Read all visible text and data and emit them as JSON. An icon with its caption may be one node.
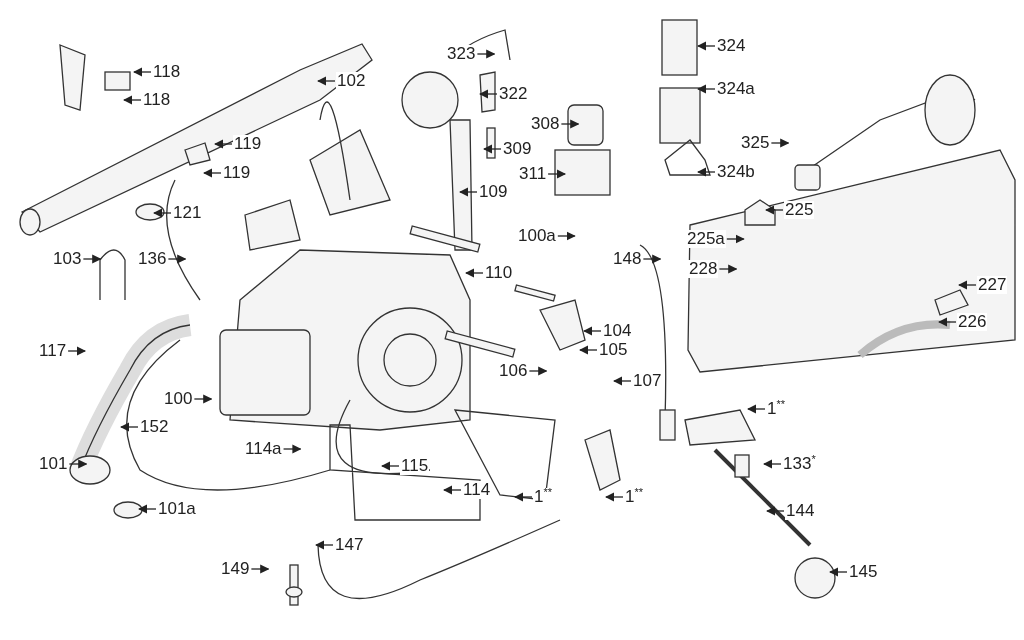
{
  "diagram": {
    "nodes": [
      {
        "text": [
          "118"
        ]
      },
      {
        "text": [
          "118"
        ]
      },
      {
        "text": [
          "102"
        ]
      },
      {
        "text": [
          "323"
        ]
      },
      {
        "text": [
          "324"
        ]
      },
      {
        "text": [
          "322"
        ]
      },
      {
        "text": [
          "324a"
        ]
      },
      {
        "text": [
          "308"
        ]
      },
      {
        "text": [
          "119"
        ]
      },
      {
        "text": [
          "119"
        ]
      },
      {
        "text": [
          "309"
        ]
      },
      {
        "text": [
          "311"
        ]
      },
      {
        "text": [
          "324b"
        ]
      },
      {
        "text": [
          "325"
        ]
      },
      {
        "text": [
          "109"
        ]
      },
      {
        "text": [
          "121"
        ]
      },
      {
        "text": [
          "225"
        ]
      },
      {
        "text": [
          "225a"
        ]
      },
      {
        "text": [
          "100a"
        ]
      },
      {
        "text": [
          "148"
        ]
      },
      {
        "text": [
          "103"
        ]
      },
      {
        "text": [
          "136"
        ]
      },
      {
        "text": [
          "110"
        ]
      },
      {
        "text": [
          "228"
        ]
      },
      {
        "text": [
          "227"
        ]
      },
      {
        "text": [
          "117"
        ]
      },
      {
        "text": [
          "104"
        ]
      },
      {
        "text": [
          "226"
        ]
      },
      {
        "text": [
          "105"
        ]
      },
      {
        "text": [
          "106"
        ]
      },
      {
        "text": [
          "107"
        ]
      },
      {
        "text": [
          "100"
        ]
      },
      {
        "text": [
          "1$^{**}$"
        ]
      },
      {
        "text": [
          "152"
        ]
      },
      {
        "text": [
          "114a"
        ]
      },
      {
        "text": [
          "133$^{*}$"
        ]
      },
      {
        "text": [
          "101"
        ]
      },
      {
        "text": [
          "115"
        ]
      },
      {
        "text": [
          "114"
        ]
      },
      {
        "text": [
          "1$^{**}$"
        ]
      },
      {
        "text": [
          "1$^{**}$"
        ]
      },
      {
        "text": [
          "101a"
        ]
      },
      {
        "text": [
          "144"
        ]
      },
      {
        "text": [
          "147"
        ]
      },
      {
        "text": [
          "149"
        ]
      },
      {
        "text": [
          "145"
        ]
      }
    ],
    "edges": [
      {
        "from": 0,
        "to": null,
        "arrow": "to"
      },
      {
        "from": 1,
        "to": null,
        "arrow": "to"
      },
      {
        "from": 2,
        "to": null,
        "arrow": "to"
      },
      {
        "from": 3,
        "to": null,
        "arrow": "to"
      },
      {
        "from": 4,
        "to": null,
        "arrow": "to"
      },
      {
        "from": 5,
        "to": null,
        "arrow": "to"
      },
      {
        "from": 6,
        "to": null,
        "arrow": "to"
      },
      {
        "from": 7,
        "to": null,
        "arrow": "to"
      },
      {
        "from": 8,
        "to": null,
        "arrow": "to"
      },
      {
        "from": 9,
        "to": null,
        "arrow": "to"
      },
      {
        "from": 10,
        "to": null,
        "arrow": "to"
      },
      {
        "from": 11,
        "to": null,
        "arrow": "to"
      },
      {
        "from": 12,
        "to": null,
        "arrow": "to"
      },
      {
        "from": 13,
        "to": null,
        "arrow": "to"
      },
      {
        "from": 14,
        "to": null,
        "arrow": "to"
      },
      {
        "from": 15,
        "to": null,
        "arrow": "to"
      },
      {
        "from": 16,
        "to": null,
        "arrow": "to"
      },
      {
        "from": 17,
        "to": null,
        "arrow": "to"
      },
      {
        "from": 18,
        "to": null,
        "arrow": "to"
      },
      {
        "from": 19,
        "to": null,
        "arrow": "to"
      },
      {
        "from": 20,
        "to": null,
        "arrow": "to"
      },
      {
        "from": 21,
        "to": null,
        "arrow": "to"
      },
      {
        "from": 22,
        "to": null,
        "arrow": "to"
      },
      {
        "from": 23,
        "to": null,
        "arrow": "to"
      },
      {
        "from": 24,
        "to": null,
        "arrow": "to"
      },
      {
        "from": 25,
        "to": null,
        "arrow": "to"
      },
      {
        "from": 26,
        "to": null,
        "arrow": "to"
      },
      {
        "from": 27,
        "to": null,
        "arrow": "to"
      },
      {
        "from": 28,
        "to": null,
        "arrow": "to"
      },
      {
        "from": 29,
        "to": null,
        "arrow": "to"
      },
      {
        "from": 30,
        "to": null,
        "arrow": "to"
      },
      {
        "from": 31,
        "to": null,
        "arrow": "to"
      },
      {
        "from": 32,
        "to": null,
        "arrow": "to"
      },
      {
        "from": 33,
        "to": null,
        "arrow": "to"
      },
      {
        "from": 34,
        "to": null,
        "arrow": "to"
      },
      {
        "from": 35,
        "to": null,
        "arrow": "to"
      },
      {
        "from": 36,
        "to": null,
        "arrow": "to"
      },
      {
        "from": 37,
        "to": null,
        "arrow": "to"
      },
      {
        "from": 38,
        "to": null,
        "arrow": "to"
      },
      {
        "from": 39,
        "to": null,
        "arrow": "to"
      },
      {
        "from": 40,
        "to": null,
        "arrow": "to"
      },
      {
        "from": 41,
        "to": null,
        "arrow": "to"
      },
      {
        "from": 42,
        "to": null,
        "arrow": "to"
      },
      {
        "from": 43,
        "to": null,
        "arrow": "to"
      },
      {
        "from": 44,
        "to": null,
        "arrow": "to"
      },
      {
        "from": 45,
        "to": null,
        "arrow": "to"
      }
    ]
  }
}
